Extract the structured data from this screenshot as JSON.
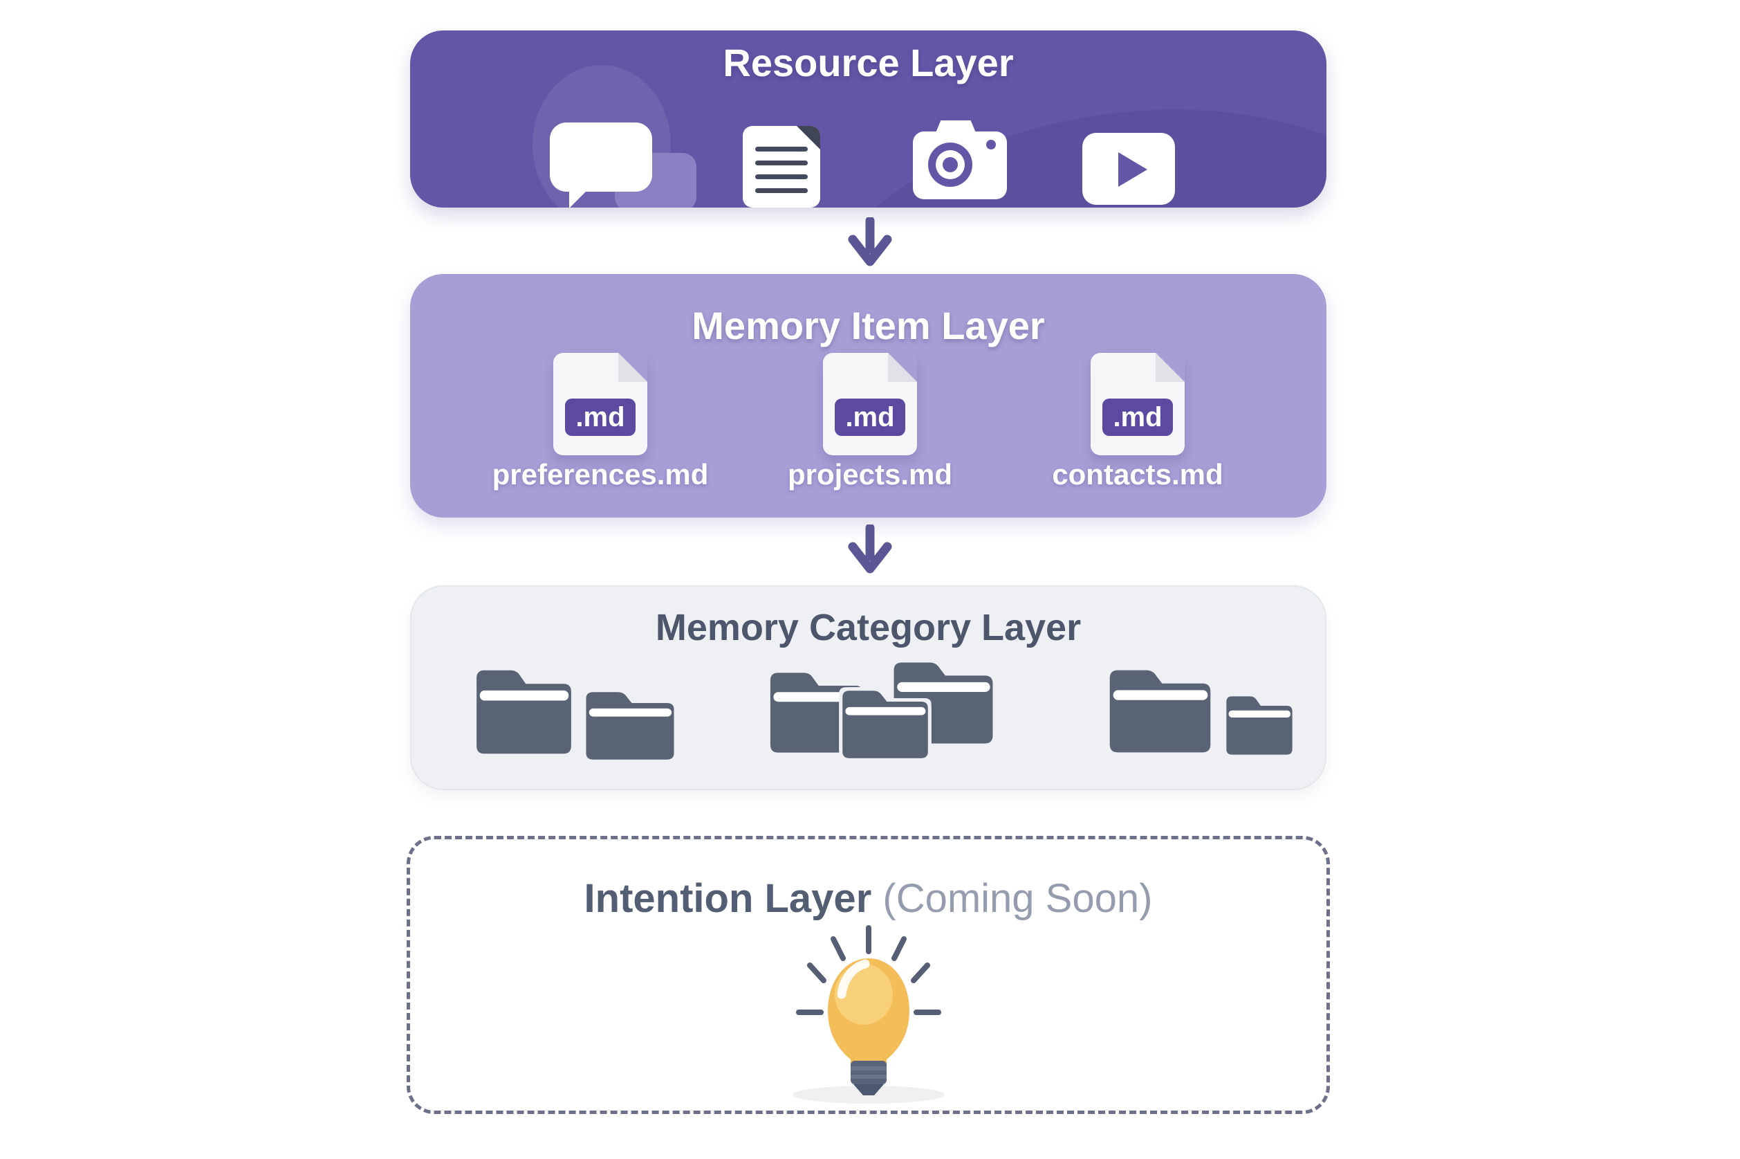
{
  "resource_layer": {
    "title": "Resource Layer",
    "icons": [
      "chat",
      "document",
      "camera",
      "video"
    ]
  },
  "memory_item_layer": {
    "title": "Memory Item Layer",
    "badge": ".md",
    "files": [
      "preferences.md",
      "projects.md",
      "contacts.md"
    ]
  },
  "memory_category_layer": {
    "title": "Memory Category Layer",
    "folder_group_counts": [
      2,
      3,
      2
    ]
  },
  "intention_layer": {
    "title": "Intention Layer",
    "subtitle": "(Coming Soon)",
    "icon": "lightbulb"
  },
  "colors": {
    "resource_panel": "#6456A7",
    "memory_item_panel": "#A89ED6",
    "category_panel": "#EEF0F3",
    "intention_border": "#6D7089",
    "arrow": "#5B5694",
    "md_badge": "#5B4AA0",
    "folder": "#5A6374",
    "category_title": "#4D566B",
    "intention_title": "#545E73",
    "coming_soon_text": "#949CAD",
    "bulb_yellow": "#F3BE59",
    "bulb_base": "#59637A"
  }
}
